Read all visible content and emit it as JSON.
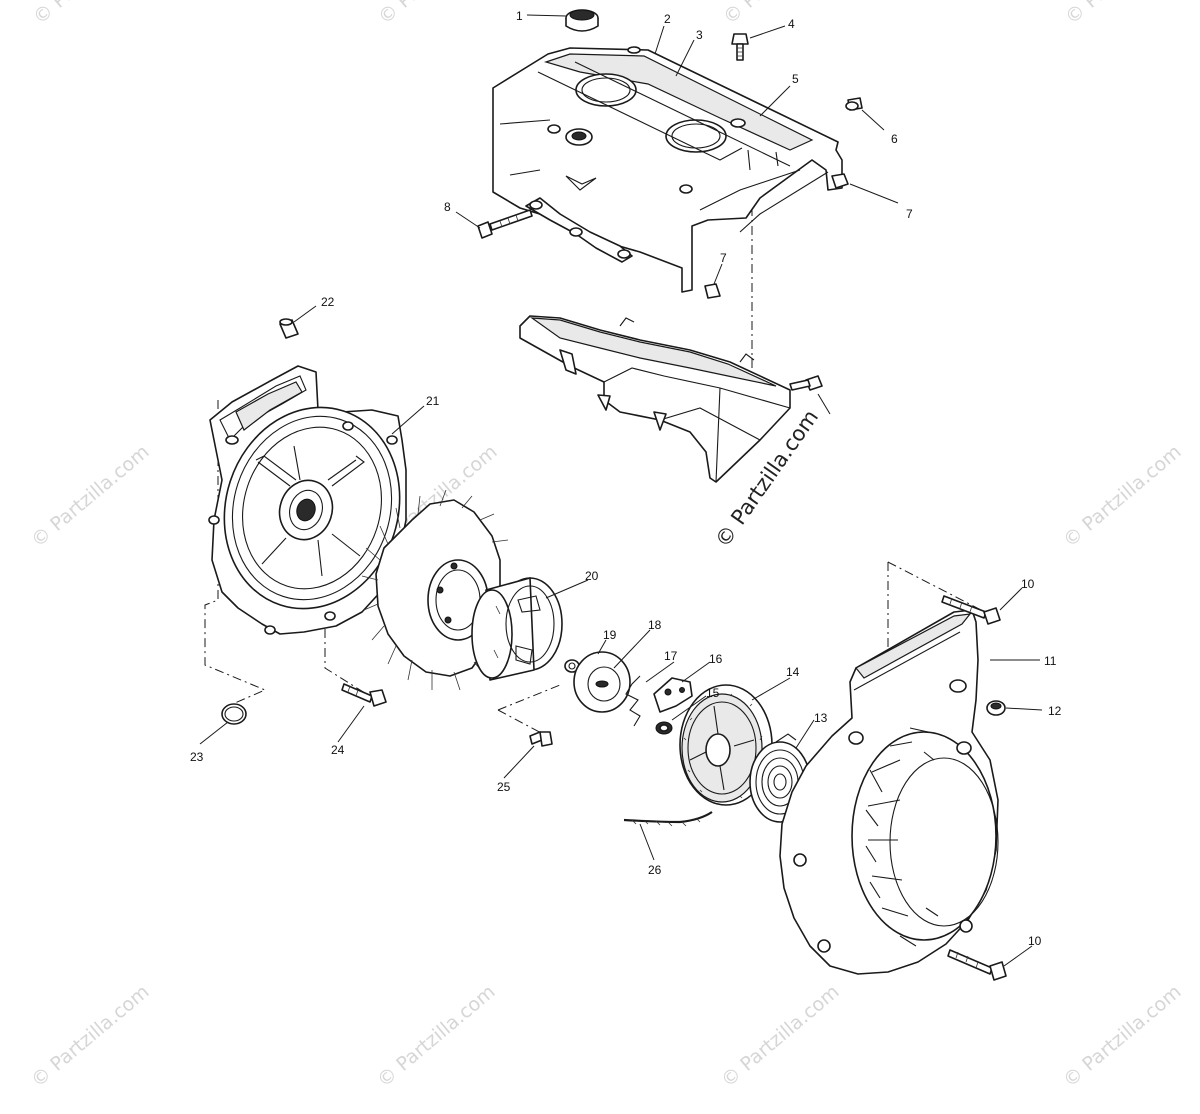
{
  "watermark": {
    "text": "© Partzilla.com",
    "main_text": "© Partzilla.com"
  },
  "callouts": {
    "c1": "1",
    "c2": "2",
    "c3": "3",
    "c4": "4",
    "c5": "5",
    "c6": "6",
    "c7a": "7",
    "c7b": "7",
    "c8": "8",
    "c10a": "10",
    "c10b": "10",
    "c11": "11",
    "c12": "12",
    "c13": "13",
    "c14": "14",
    "c15": "15",
    "c16": "16",
    "c17": "17",
    "c18": "18",
    "c19": "19",
    "c20": "20",
    "c21": "21",
    "c22": "22",
    "c23": "23",
    "c24": "24",
    "c25": "25",
    "c26": "26"
  }
}
